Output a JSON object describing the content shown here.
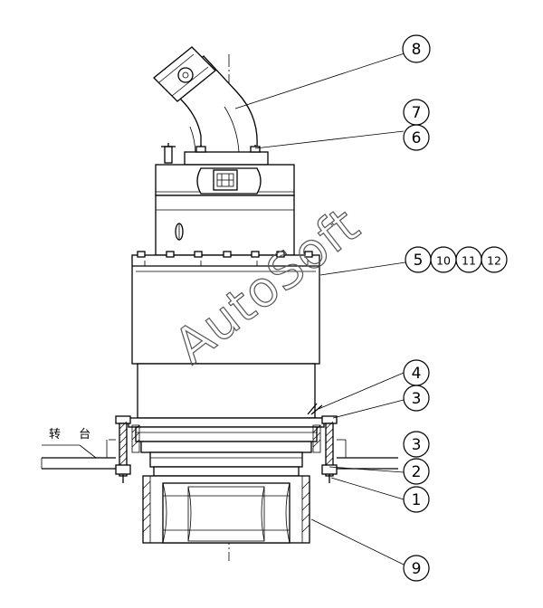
{
  "watermark": "AutoSoft",
  "base_label": "转 台",
  "callouts": [
    {
      "id": "8",
      "label": "8"
    },
    {
      "id": "7",
      "label": "7"
    },
    {
      "id": "6",
      "label": "6"
    },
    {
      "id": "5",
      "label": "5"
    },
    {
      "id": "10",
      "label": "10"
    },
    {
      "id": "11",
      "label": "11"
    },
    {
      "id": "12",
      "label": "12"
    },
    {
      "id": "4",
      "label": "4"
    },
    {
      "id": "3a",
      "label": "3"
    },
    {
      "id": "3b",
      "label": "3"
    },
    {
      "id": "2",
      "label": "2"
    },
    {
      "id": "1",
      "label": "1"
    },
    {
      "id": "9",
      "label": "9"
    }
  ]
}
